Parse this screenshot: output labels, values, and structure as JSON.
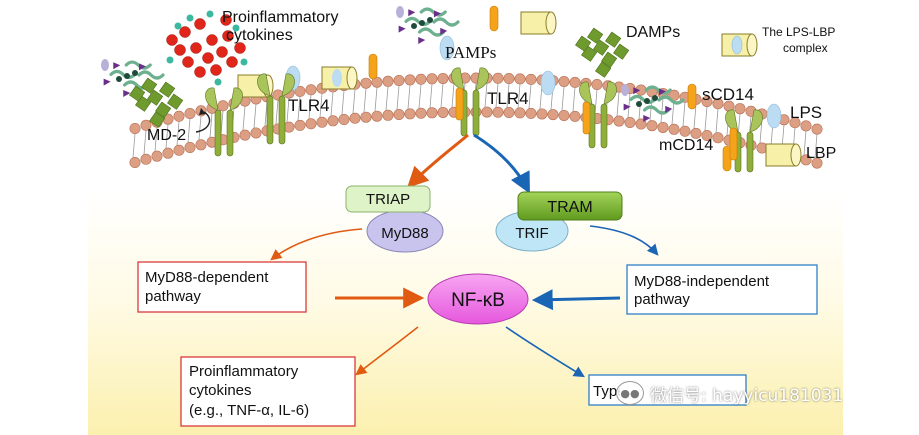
{
  "labels": {
    "proinflammatory_cytokines_top": [
      "Proinflammatory",
      "cytokines"
    ],
    "pamps": "PAMPs",
    "damps": "DAMPs",
    "lps_lbp_complex": [
      "The LPS-LBP",
      "complex"
    ],
    "tlr4_left": "TLR4",
    "tlr4_center": "TLR4",
    "md2": "MD-2",
    "scd14": "sCD14",
    "lps": "LPS",
    "mcd14": "mCD14",
    "lbp": "LBP"
  },
  "adaptors": {
    "triap": "TRIAP",
    "myd88": "MyD88",
    "tram": "TRAM",
    "trif": "TRIF"
  },
  "pathways": {
    "myd88_dependent": [
      "MyD88-dependent",
      "pathway"
    ],
    "myd88_independent": [
      "MyD88-independent",
      "pathway"
    ],
    "nfkb": "NF-κB",
    "proinflammatory_output": [
      "Proinflammatory",
      "cytokines",
      "(e.g., TNF-α, IL-6)"
    ],
    "type_i_ifn_partial": "Type I interferons"
  },
  "watermark": {
    "text": "微信号: hayyicu181031"
  },
  "colors": {
    "membrane_head": "#dd9f83",
    "membrane_head_stroke": "#b56f55",
    "receptor_green": "#8fae3a",
    "receptor_orange": "#f5a31a",
    "cytokine_red": "#e0261a",
    "cytokine_teal": "#3cb8a0",
    "pamp_green": "#6db08f",
    "pamp_purple": "#6b2e8a",
    "damp_green": "#6f9a2e",
    "lps_blue": "#bcdcf4",
    "lbp_yellow": "#f7f0a8",
    "triap_fill": "#dff3c8",
    "myd88_fill": "#c9c4ee",
    "tram_fill": "#7cb82f",
    "trif_fill": "#bfe6f6",
    "nfkb_fill": "#ef7ae8",
    "arrow_orange": "#e05a12",
    "arrow_blue": "#1a66b5",
    "box_red": "#d93a3a",
    "box_blue": "#2f7fc6",
    "bg_yellow": "#fbf1b5"
  }
}
